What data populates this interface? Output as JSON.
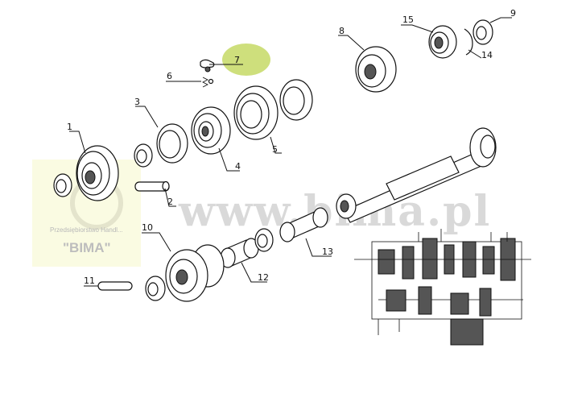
{
  "watermark": {
    "url_text": "www.bima.pl",
    "company_text": "Przedsiębiorstwo Handl...",
    "brand_text": "\"BIMA\"",
    "logo_bg_color": "#fafbe2",
    "text_color": "#d9d9d9"
  },
  "highlight_color": "#c9db6e",
  "callouts": [
    {
      "id": "1",
      "label": "1"
    },
    {
      "id": "2",
      "label": "2"
    },
    {
      "id": "3",
      "label": "3"
    },
    {
      "id": "4",
      "label": "4"
    },
    {
      "id": "5",
      "label": "5"
    },
    {
      "id": "6",
      "label": "6"
    },
    {
      "id": "7",
      "label": "7",
      "highlighted": true
    },
    {
      "id": "8",
      "label": "8"
    },
    {
      "id": "9",
      "label": "9"
    },
    {
      "id": "10",
      "label": "10"
    },
    {
      "id": "11",
      "label": "11"
    },
    {
      "id": "12",
      "label": "12"
    },
    {
      "id": "13",
      "label": "13"
    },
    {
      "id": "14",
      "label": "14"
    },
    {
      "id": "15",
      "label": "15"
    }
  ]
}
